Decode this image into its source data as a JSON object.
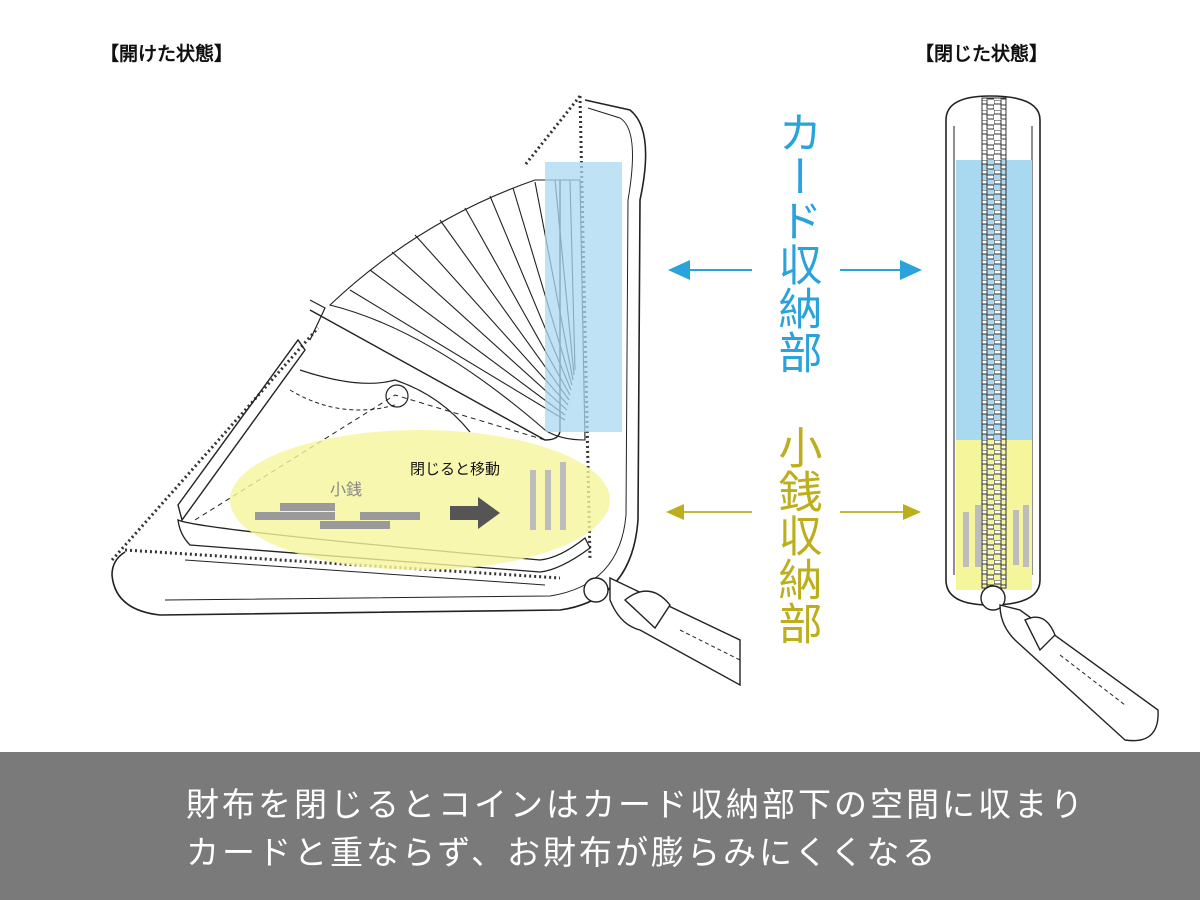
{
  "labels": {
    "open_state": "【開けた状態】",
    "closed_state": "【閉じた状態】",
    "card_compartment": "カード収納部",
    "coin_compartment": "小銭収納部",
    "coin": "小銭",
    "move_on_close": "閉じると移動"
  },
  "caption": {
    "line1": "財布を閉じるとコインはカード収納部下の空間に収まり",
    "line2": "カードと重ならず、お財布が膨らみにくくなる"
  },
  "colors": {
    "card_blue": "#2aa2dc",
    "card_fill": "#a9d9f1",
    "coin_olive": "#bcae1c",
    "coin_fill": "#f5f59c",
    "line": "#222222",
    "caption_bg": "#7a7a7a"
  }
}
